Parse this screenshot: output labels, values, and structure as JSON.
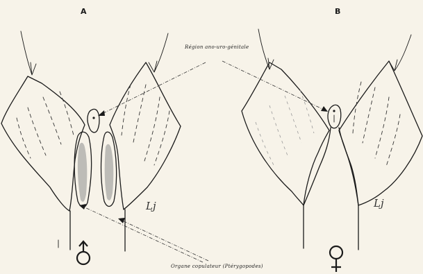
{
  "figure": {
    "panel_a_label": "A",
    "panel_b_label": "B",
    "top_caption": "Région ano-uro-génitale",
    "bottom_caption": "Organe copulateur (Ptérygopodes)",
    "male_symbol_name": "male-symbol-icon",
    "female_symbol_name": "female-symbol-icon",
    "artist_signature_a": "Lj",
    "artist_signature_b": "Lj",
    "ink_color": "#1a1a1a",
    "paper_color": "#f7f3e9"
  }
}
